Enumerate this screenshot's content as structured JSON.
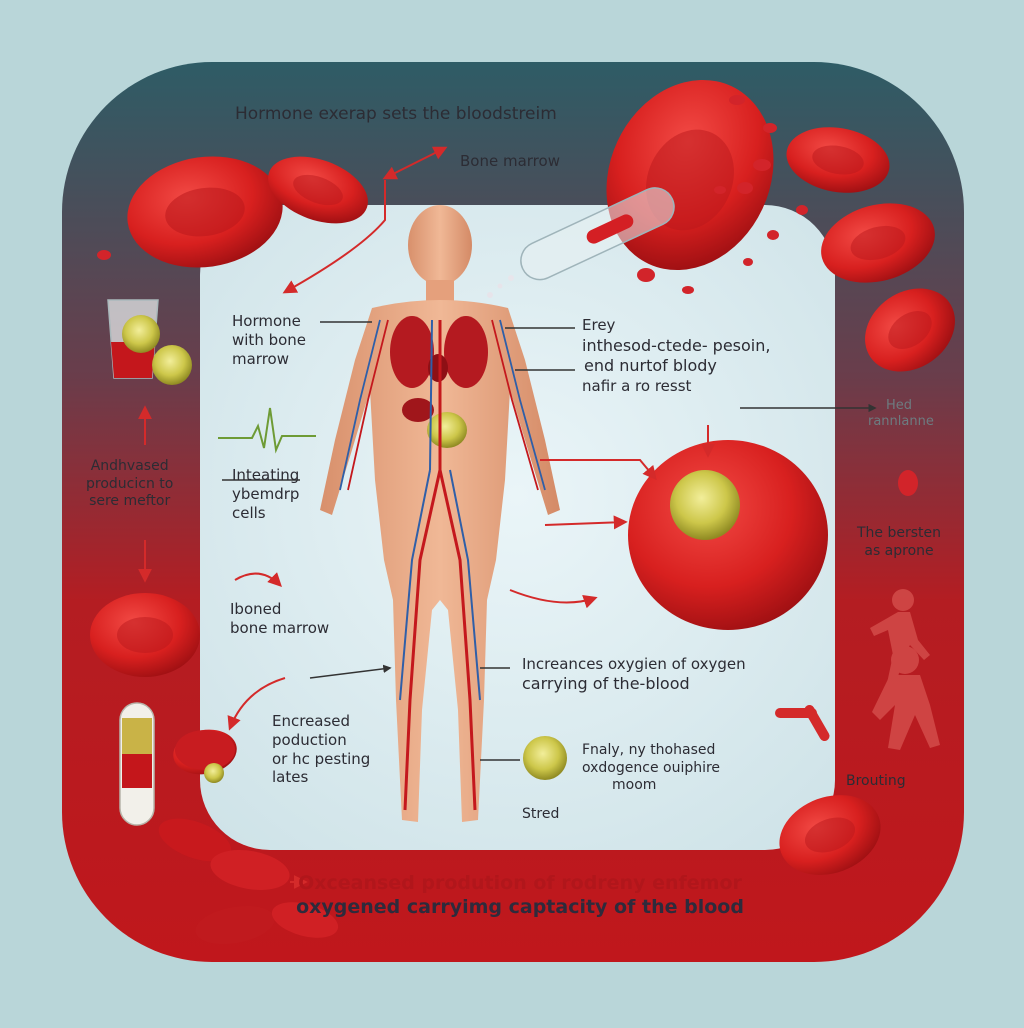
{
  "header": {
    "title": "Hormone exerap sets the bloodstreim",
    "subtitle": "Bone marrow"
  },
  "labels": {
    "left_hormone": [
      "Hormone",
      "with bone",
      "marrow"
    ],
    "right_body": [
      "Erey",
      "inthesod-ctede- pesoin,",
      "end nurtof blody",
      "nafir a ro resst"
    ],
    "far_right_top": [
      "Hed",
      "rannlanne"
    ],
    "left_production": [
      "Andhvased",
      "producicn to",
      "sere meftor"
    ],
    "left_interacting": [
      "Inteating",
      "ybemdrp",
      "cells"
    ],
    "left_bone": [
      "Iboned",
      "bone marrow"
    ],
    "increases": [
      "Increances oxygien of oxygen",
      "carrying of the-blood"
    ],
    "left_encreased": [
      "Encreased",
      "poduction",
      "or hc pesting",
      "lates"
    ],
    "right_finally": [
      "Fnaly, ny thohased",
      "oxdogence ouiphire",
      "moom"
    ],
    "stred": "Stred",
    "right_bersten": [
      "The bersten",
      "as aprone"
    ],
    "right_brouting": "Brouting",
    "bottom_banner": [
      "Oxceansed prodution of rodreny enfemor",
      "oxygened carryimg captacity of the blood"
    ]
  },
  "colors": {
    "background": "#b9d6d9",
    "frame_red": "#b71c20",
    "frame_teal": "#2f5f68",
    "inner_panel": "#dfeef2",
    "rbc": "#d91f22",
    "marrow_yellow": "#cfcb4a",
    "skin": "#e9a884",
    "arrow_red": "#d42a2a"
  },
  "icons": [
    "red-blood-cell-icon",
    "glass-with-marrow-icon",
    "capsule-icon",
    "test-tube-icon",
    "heartbeat-icon",
    "human-body-figure",
    "running-figure-icon"
  ]
}
